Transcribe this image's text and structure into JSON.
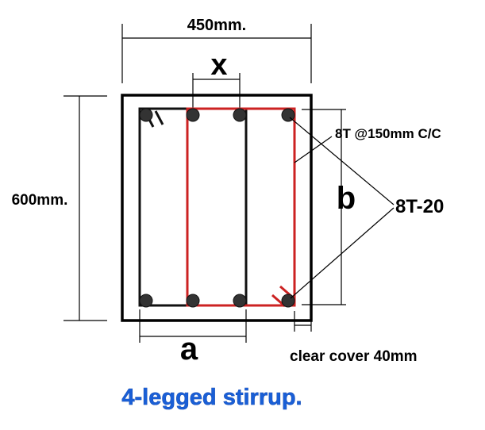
{
  "labels": {
    "width": "450mm.",
    "depth": "600mm.",
    "spacing_x": "x",
    "dim_a": "a",
    "dim_b": "b",
    "stirrup_spec": "8T @150mm C/C",
    "main_bars": "8T-20",
    "clear_cover": "clear cover 40mm"
  },
  "caption": "4-legged stirrup.",
  "colors": {
    "outer_stirrup": "#111111",
    "inner_stirrup": "#cc2222",
    "bar": "#333333",
    "caption": "#1a5fd6"
  }
}
